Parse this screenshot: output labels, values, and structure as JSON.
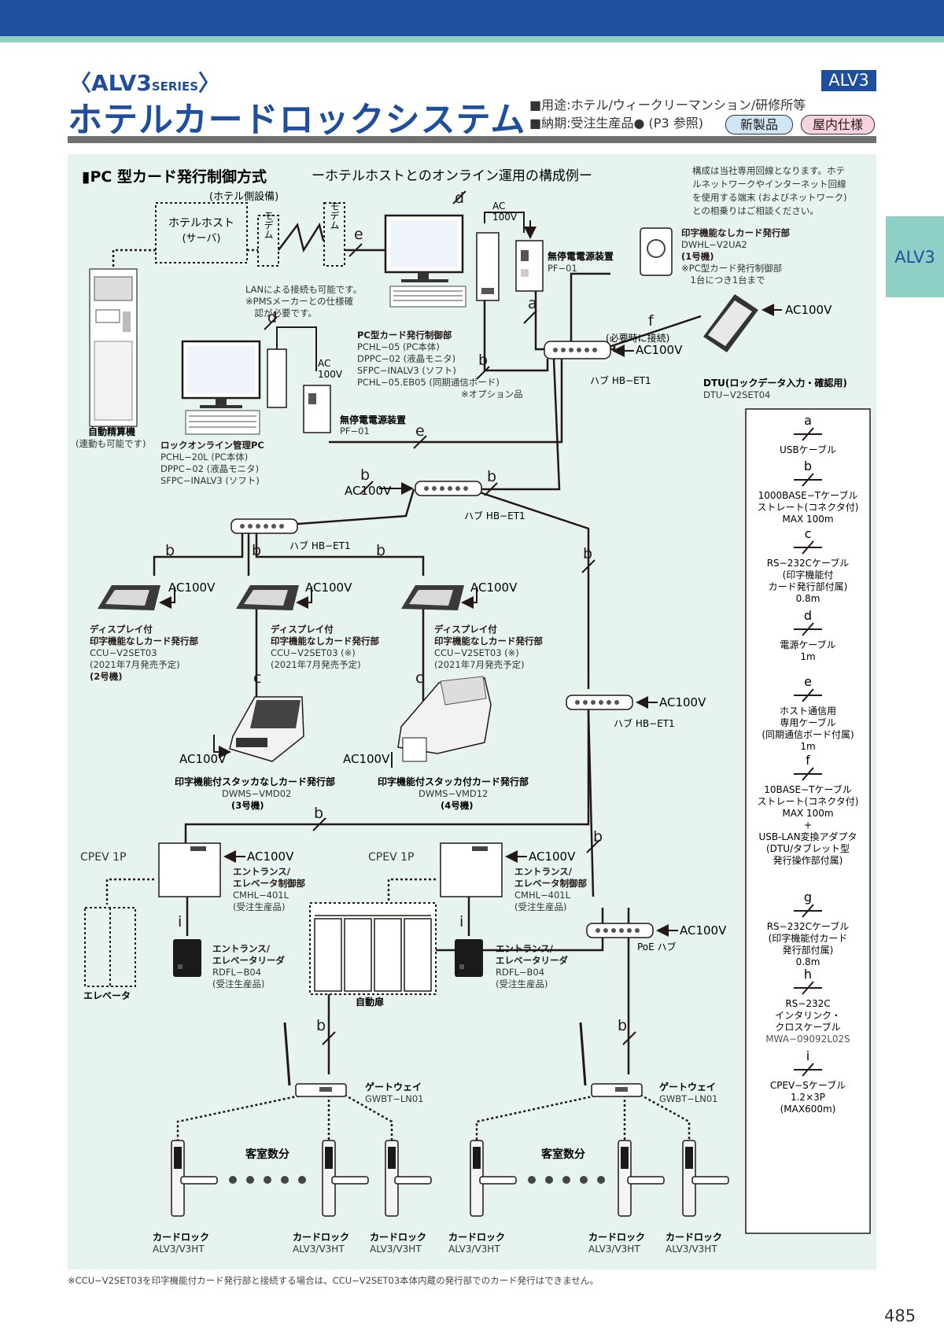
{
  "header": {
    "series": "〈ALV3",
    "series_small": "SERIES",
    "series_close": "〉",
    "title": "ホテルカードロックシステム",
    "badge": "ALV3",
    "usage": "■用途:ホテル/ウィークリーマンション/研修所等",
    "delivery": "■納期:受注生産品● (P3 参照)",
    "new_label": "新製品",
    "indoor_label": "屋内仕様"
  },
  "side_tab": "ALV3",
  "section": {
    "title": "▮PC 型カード発行制御方式",
    "subtitle": "ーホテルホストとのオンライン運用の構成例ー",
    "note": [
      "構成は当社専用回線となります。ホテ",
      "ルネットワークやインターネット回線",
      "を使用する端末 (およびネットワーク)",
      "との相乗りはご相談ください。"
    ],
    "hotel_side": "(ホテル側設備)"
  },
  "nodes": {
    "host": [
      "ホテルホスト",
      "(サーバ)"
    ],
    "modem": "モデム",
    "lan_note": [
      "LANによる接続も可能です。",
      "※PMSメーカーとの仕様確",
      "　認が必要です。"
    ],
    "pc_control": [
      "PC型カード発行制御部",
      "PCHL−05 (PC本体)",
      "DPPC−02 (液晶モニタ)",
      "SFPC−INALV3 (ソフト)",
      "PCHL−05.EB05 (同期通信ボード)",
      "※オプション品"
    ],
    "ups": [
      "無停電電源装置",
      "PF−01"
    ],
    "issuer1": [
      "印字機能なしカード発行部",
      "DWHL−V2UA2",
      "(1号機)",
      "※PC型カード発行制御部",
      "　1台につき1台まで"
    ],
    "dtu": [
      "DTU(ロックデータ入力・確認用)",
      "DTU−V2SET04"
    ],
    "when_needed": "(必要時に接続)",
    "hub": "ハブ HB−ET1",
    "ac100v": "AC100V",
    "ac_short": "AC",
    "v100": "100V",
    "settlement": [
      "自動精算機",
      "(連動も可能です)"
    ],
    "lock_pc": [
      "ロックオンライン管理PC",
      "PCHL−20L (PC本体)",
      "DPPC−02 (液晶モニタ)",
      "SFPC−INALV3 (ソフト)"
    ],
    "disp1": [
      "ディスプレイ付",
      "印字機能なしカード発行部",
      "CCU−V2SET03",
      "(2021年7月発売予定)",
      "(2号機)"
    ],
    "disp2": [
      "ディスプレイ付",
      "印字機能なしカード発行部",
      "CCU−V2SET03 (※)",
      "(2021年7月発売予定)"
    ],
    "disp3": [
      "ディスプレイ付",
      "印字機能なしカード発行部",
      "CCU−V2SET03 (※)",
      "(2021年7月発売予定)"
    ],
    "printer3": [
      "印字機能付スタッカなしカード発行部",
      "DWMS−VMD02",
      "(3号機)"
    ],
    "printer4": [
      "印字機能付スタッカ付カード発行部",
      "DWMS−VMD12",
      "(4号機)"
    ],
    "cpev": "CPEV 1P",
    "entrance_ctrl": [
      "エントランス/",
      "エレベータ制御部",
      "CMHL−401L",
      "(受注生産品)"
    ],
    "entrance_reader": [
      "エントランス/",
      "エレベータリーダ",
      "RDFL−B04",
      "(受注生産品)"
    ],
    "elevator": "エレベータ",
    "auto_door": "自動扉",
    "poe_hub": "PoE ハブ",
    "gateway": [
      "ゲートウェイ",
      "GWBT−LN01"
    ],
    "rooms": "客室数分",
    "card_lock": [
      "カードロック",
      "ALV3/V3HT"
    ]
  },
  "legend": [
    {
      "letter": "a",
      "lines": [
        "USBケーブル"
      ]
    },
    {
      "letter": "b",
      "lines": [
        "1000BASE−Tケーブル",
        "ストレート(コネクタ付)",
        "MAX 100m"
      ]
    },
    {
      "letter": "c",
      "lines": [
        "RS−232Cケーブル",
        "(印字機能付",
        "カード発行部付属)",
        "0.8m"
      ]
    },
    {
      "letter": "d",
      "lines": [
        "電源ケーブル",
        "1m"
      ]
    },
    {
      "letter": "e",
      "lines": [
        "ホスト通信用",
        "専用ケーブル",
        "(同期通信ボード付属)",
        "1m"
      ]
    },
    {
      "letter": "f",
      "lines": [
        "10BASE−Tケーブル",
        "ストレート(コネクタ付)",
        "MAX 100m",
        "+",
        "USB-LAN変換アダプタ",
        "(DTU/タブレット型",
        "発行操作部付属)"
      ]
    },
    {
      "letter": "g",
      "lines": [
        "RS−232Cケーブル",
        "(印字機能付カード",
        "発行部付属)",
        "0.8m"
      ]
    },
    {
      "letter": "h",
      "lines": [
        "RS−232C",
        "インタリンク・",
        "クロスケーブル",
        "MWA−09092L02S"
      ]
    },
    {
      "letter": "i",
      "lines": [
        "CPEV−Sケーブル",
        "1.2×3P",
        "(MAX600m)"
      ]
    }
  ],
  "footnote": "※CCU−V2SET03を印字機能付カード発行部と接続する場合は、CCU−V2SET03本体内蔵の発行部でのカード発行はできません。",
  "page_number": "485"
}
